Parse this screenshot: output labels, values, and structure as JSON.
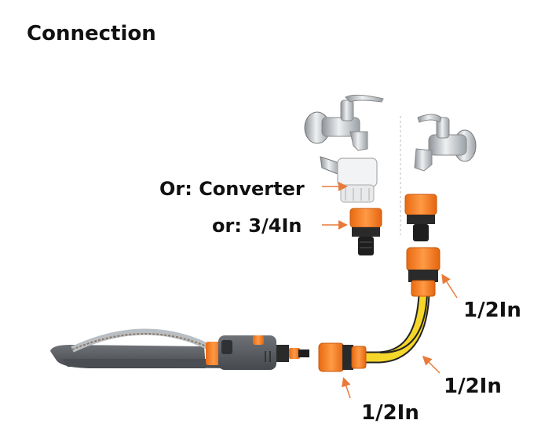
{
  "title": "Connection",
  "labels": {
    "converter": "Or: Converter",
    "adapter_34": "or: 3/4In",
    "half_inch_top": "1/2In",
    "half_inch_middle": "1/2In",
    "half_inch_bottom": "1/2In"
  },
  "colors": {
    "orange": "#f07a23",
    "black_part": "#222222",
    "hose_yellow": "#f5d62a",
    "chrome": "#b9bec3",
    "sprinkler_body": "#5a5d62",
    "arrow": "#e87a3a"
  }
}
